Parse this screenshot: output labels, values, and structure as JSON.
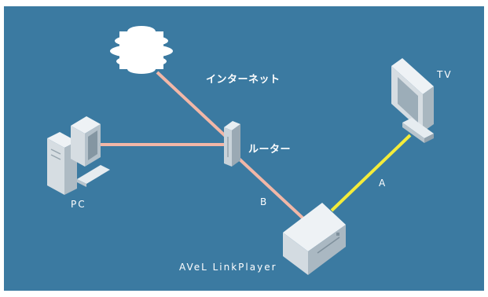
{
  "labels": {
    "internet": "インターネット",
    "router": "ルーター",
    "tv": "TV",
    "pc": "PC",
    "player": "AVeL LinkPlayer",
    "link_a": "A",
    "link_b": "B"
  },
  "icons": [
    "cloud-icon",
    "router-icon",
    "pc-icon",
    "tv-icon",
    "player-device-icon"
  ],
  "colors": {
    "background": "#3b7aa1",
    "ethernet_line": "#f2b7a7",
    "video_line": "#f4ec3a"
  }
}
